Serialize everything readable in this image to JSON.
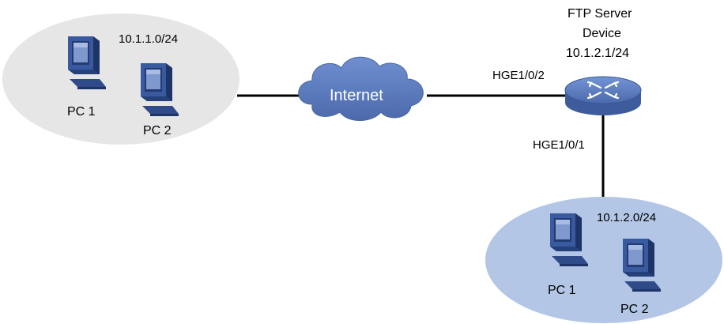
{
  "colors": {
    "remote_lan_fill": "#e6e6e6",
    "local_lan_fill": "#b3c6e6",
    "cloud_fill": "#5f7fbf",
    "device_fill": "#5a7bbd",
    "link_color": "#000000"
  },
  "remote_lan": {
    "subnet": "10.1.1.0/24",
    "hosts": [
      {
        "label": "PC 1",
        "icon": "pc-icon"
      },
      {
        "label": "PC 2",
        "icon": "pc-icon"
      }
    ]
  },
  "internet": {
    "label": "Internet",
    "icon": "cloud-icon"
  },
  "device": {
    "role": "FTP Server",
    "name": "Device",
    "ip": "10.1.2.1/24",
    "icon": "switch-icon"
  },
  "interfaces": {
    "wan": "HGE1/0/2",
    "lan": "HGE1/0/1"
  },
  "local_lan": {
    "subnet": "10.1.2.0/24",
    "hosts": [
      {
        "label": "PC 1",
        "icon": "pc-icon"
      },
      {
        "label": "PC 2",
        "icon": "pc-icon"
      }
    ]
  }
}
